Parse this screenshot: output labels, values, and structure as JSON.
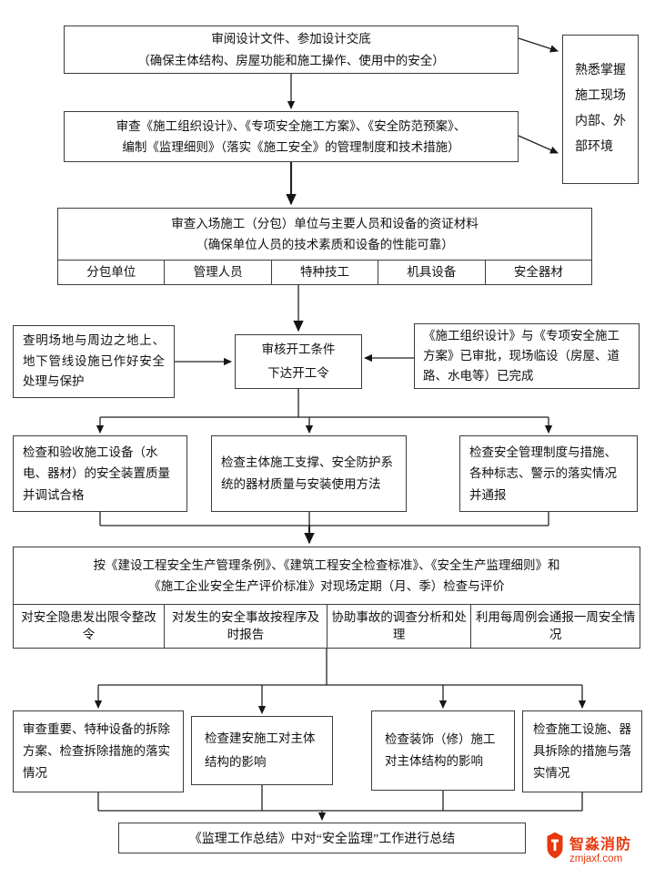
{
  "flow": {
    "box1": {
      "line1": "审阅设计文件、参加设计交底",
      "line2": "（确保主体结构、房屋功能和施工操作、使用中的安全）"
    },
    "sidebox": {
      "text": "熟悉掌握施工现场内部、外部环境"
    },
    "box2": {
      "line1": "审查《施工组织设计》、《专项安全施工方案》、《安全防范预案》、",
      "line2": "编制《监理细则》（落实《施工安全》的管理制度和技术措施）"
    },
    "box3": {
      "line1": "审查入场施工（分包）单位与主要人员和设备的资证材料",
      "line2": "（确保单位人员的技术素质和设备的性能可靠）",
      "cells": [
        "分包单位",
        "管理人员",
        "特种技工",
        "机具设备",
        "安全器材"
      ]
    },
    "precheck_left": {
      "text": "查明场地与周边之地上、地下管线设施已作好安全处理与保护"
    },
    "start_box": {
      "line1": "审核开工条件",
      "line2": "下达开工令"
    },
    "precheck_right": {
      "text": "《施工组织设计》与《专项安全施工方案》已审批，现场临设（房屋、道路、水电等）已完成"
    },
    "inspect_row": [
      {
        "text": "检查和验收施工设备（水电、器材）的安全装置质量并调试合格"
      },
      {
        "text": "检查主体施工支撑、安全防护系统的器材质量与安装使用方法"
      },
      {
        "text": "检查安全管理制度与措施、各种标志、警示的落实情况并通报"
      }
    ],
    "widebox": {
      "line1": "按《建设工程安全生产管理条例》、《建筑工程安全检查标准》、《安全生产监理细则》和",
      "line2": "《施工企业安全生产评价标准》对现场定期（月、季）检查与评价",
      "cells": [
        "对安全隐患发出限令整改令",
        "对发生的安全事故按程序及时报告",
        "协助事故的调查分析和处理",
        "利用每周例会通报一周安全情况"
      ]
    },
    "final_row": [
      {
        "text": "审查重要、特种设备的拆除方案、检查拆除措施的落实情况"
      },
      {
        "text": "检查建安施工对主体结构的影响"
      },
      {
        "text": "检查装饰（修）施工对主体结构的影响"
      },
      {
        "text": "检查施工设施、器具拆除的措施与落实情况"
      }
    ],
    "final_box": {
      "text": "《监理工作总结》中对“安全监理”工作进行总结"
    }
  },
  "logo": {
    "name": "智淼消防",
    "url": "zmjaxf.com",
    "color": "#e8380d"
  }
}
